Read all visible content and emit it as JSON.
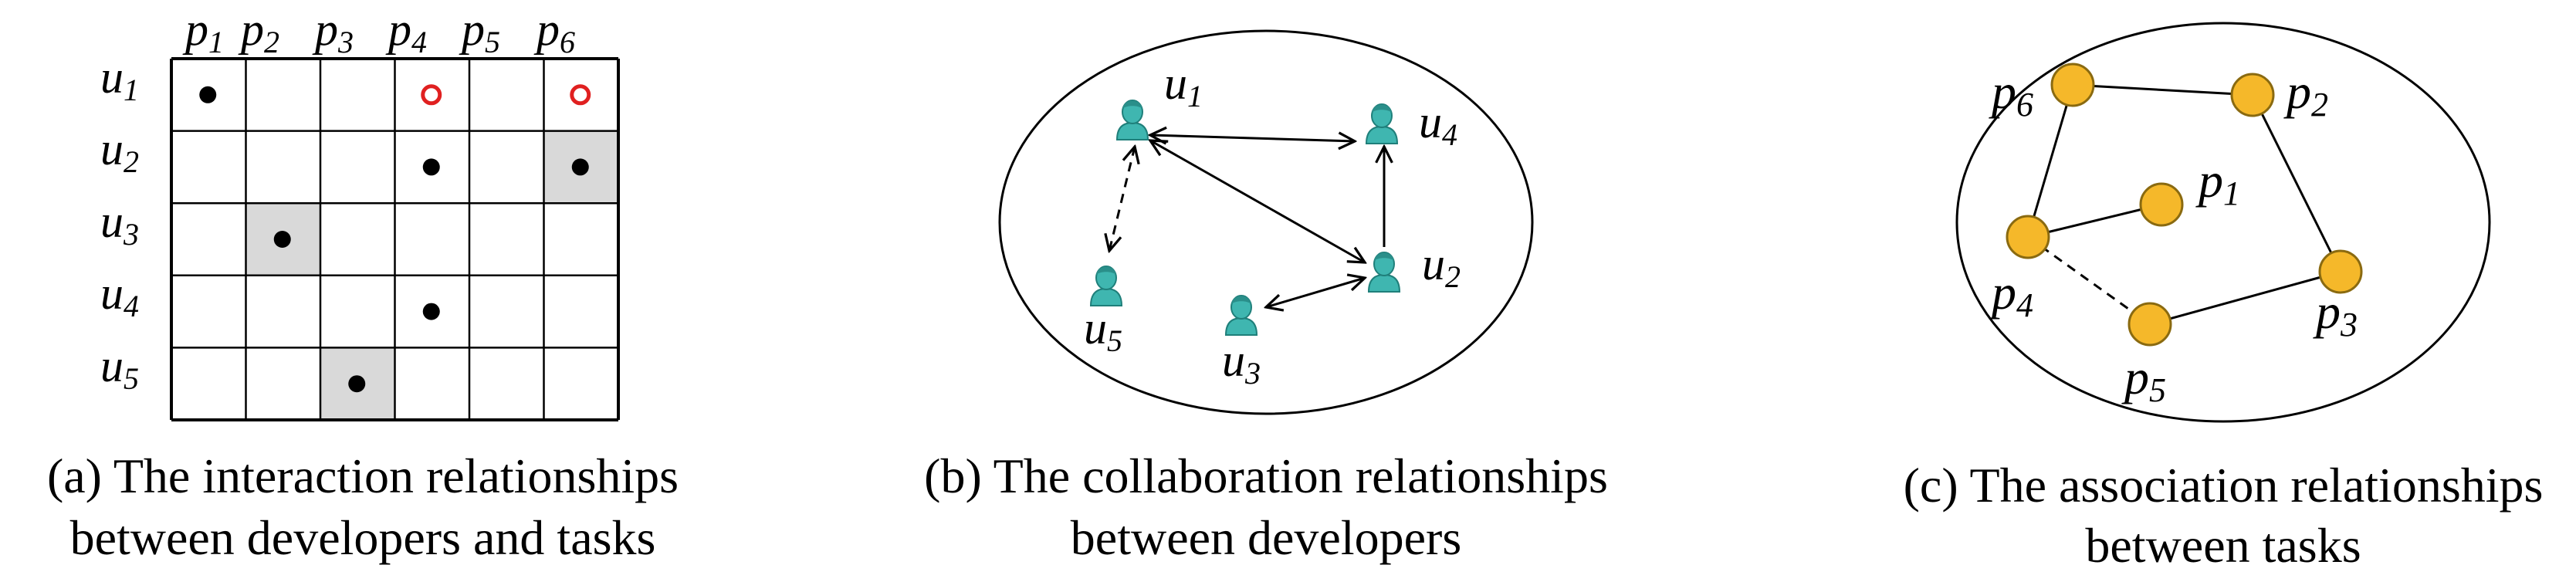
{
  "panel_a": {
    "columns": [
      "p1",
      "p2",
      "p3",
      "p4",
      "p5",
      "p6"
    ],
    "rows": [
      "u1",
      "u2",
      "u3",
      "u4",
      "u5"
    ],
    "interactions": [
      {
        "row": 0,
        "col": 0
      },
      {
        "row": 1,
        "col": 3
      },
      {
        "row": 1,
        "col": 5
      },
      {
        "row": 2,
        "col": 1
      },
      {
        "row": 3,
        "col": 3
      },
      {
        "row": 4,
        "col": 2
      }
    ],
    "predicted": [
      {
        "row": 0,
        "col": 3
      },
      {
        "row": 0,
        "col": 5
      }
    ],
    "shaded": [
      {
        "row": 1,
        "col": 5
      },
      {
        "row": 2,
        "col": 1
      },
      {
        "row": 4,
        "col": 2
      }
    ],
    "caption_line1": "(a) The interaction relationships",
    "caption_line2": "between developers and tasks"
  },
  "panel_b": {
    "nodes": [
      "u1",
      "u4",
      "u5",
      "u3",
      "u2"
    ],
    "edges": [
      {
        "from": "u1",
        "to": "u4",
        "style": "solid",
        "arrows": "both"
      },
      {
        "from": "u1",
        "to": "u2",
        "style": "solid",
        "arrows": "both"
      },
      {
        "from": "u2",
        "to": "u4",
        "style": "solid",
        "arrows": "end"
      },
      {
        "from": "u3",
        "to": "u2",
        "style": "solid",
        "arrows": "both"
      },
      {
        "from": "u1",
        "to": "u5",
        "style": "dashed",
        "arrows": "both"
      }
    ],
    "caption_line1": "(b) The collaboration relationships",
    "caption_line2": "between developers"
  },
  "panel_c": {
    "nodes": [
      "p6",
      "p2",
      "p1",
      "p4",
      "p3",
      "p5"
    ],
    "edges": [
      {
        "from": "p6",
        "to": "p2",
        "style": "solid"
      },
      {
        "from": "p6",
        "to": "p4",
        "style": "solid"
      },
      {
        "from": "p4",
        "to": "p1",
        "style": "solid"
      },
      {
        "from": "p2",
        "to": "p3",
        "style": "solid"
      },
      {
        "from": "p5",
        "to": "p3",
        "style": "solid"
      },
      {
        "from": "p4",
        "to": "p5",
        "style": "dashed"
      }
    ],
    "caption_line1": "(c) The association relationships",
    "caption_line2": "between tasks"
  },
  "colors": {
    "node_fill": "#f5b82a",
    "user_icon": "#3fb6b0",
    "predicted": "#e02020",
    "shade": "#d9d9d9"
  }
}
